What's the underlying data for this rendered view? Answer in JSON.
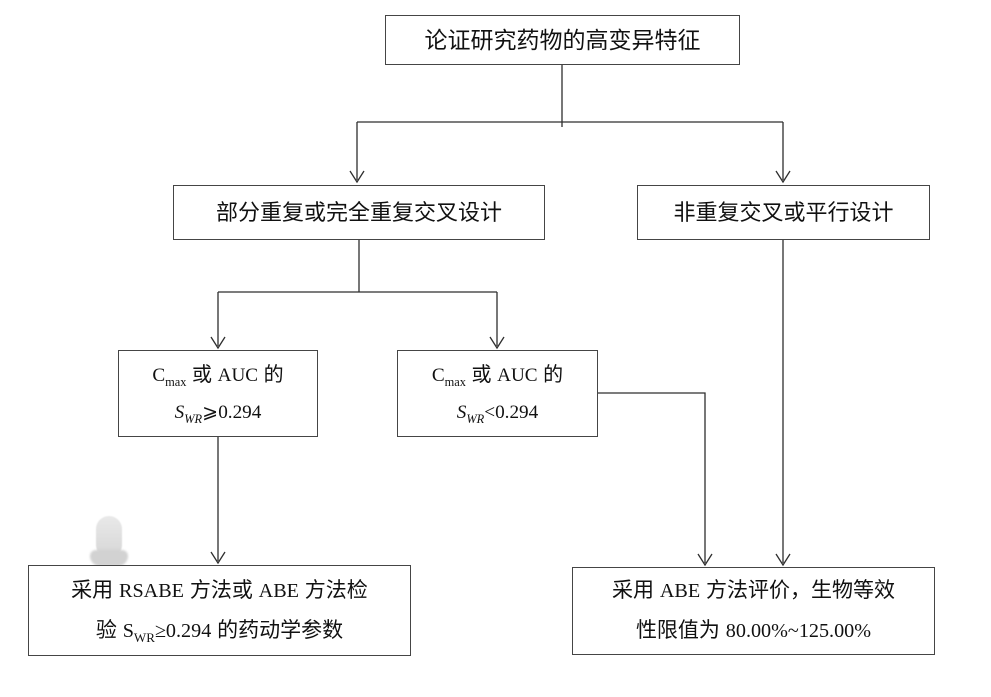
{
  "colors": {
    "background": "#ffffff",
    "box_border": "#454545",
    "connector": "#2e2e2e",
    "text": "#111111",
    "smudge": "#d6d6d6"
  },
  "nodes": {
    "root": {
      "label": "论证研究药物的高变异特征"
    },
    "replicate_design": {
      "label": "部分重复或完全重复交叉设计"
    },
    "nonreplicate_design": {
      "label": "非重复交叉或平行设计"
    },
    "swr_high": {
      "line1": {
        "p1": "C",
        "p1sub": "max",
        "p2": " 或 ",
        "p3": "AUC",
        "p4": " 的"
      },
      "line2": {
        "s": "S",
        "ssub": "WR",
        "op": "⩾",
        "val": "0.294"
      }
    },
    "swr_low": {
      "line1": {
        "p1": "C",
        "p1sub": "max",
        "p2": " 或 ",
        "p3": "AUC",
        "p4": " 的"
      },
      "line2": {
        "s": "S",
        "ssub": "WR",
        "op": "<",
        "val": "0.294"
      }
    },
    "outcome_rsabe": {
      "line1": {
        "a": "采用 ",
        "b": "RSABE",
        "c": " 方法或 ",
        "d": "ABE",
        "e": " 方法检"
      },
      "line2": {
        "a": "验 ",
        "s": "S",
        "ssub": "WR",
        "b": "≥0.294",
        "c": " 的药动学参数"
      }
    },
    "outcome_abe": {
      "line1": {
        "a": "采用 ",
        "b": "ABE",
        "c": " 方法评价，生物等效"
      },
      "line2": {
        "a": "性限值为 ",
        "b": "80.00%~125.00%"
      }
    }
  }
}
